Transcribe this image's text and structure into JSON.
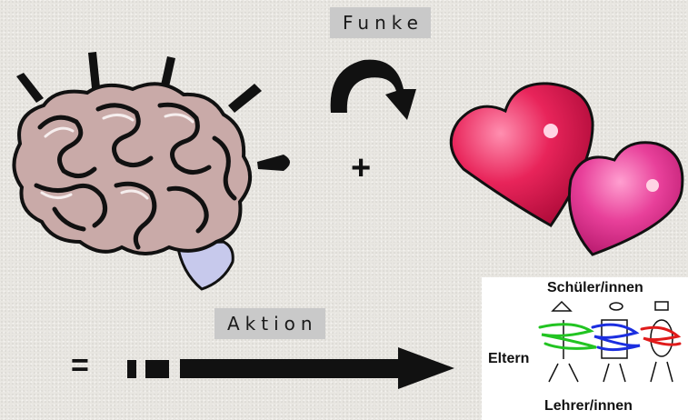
{
  "labels": {
    "funke": "Funke",
    "aktion": "Aktion",
    "plus": "+",
    "equals": "="
  },
  "school_diagram": {
    "top_label": "Schüler/innen",
    "left_label": "Eltern",
    "bottom_label": "Lehrer/innen"
  },
  "icons": [
    "brain-icon",
    "curved-arrow-icon",
    "hearts-icon",
    "dashed-arrow-icon",
    "stick-figures-icon"
  ],
  "colors": {
    "brain_fill": "#c9aaa8",
    "heart_red": "#e8245a",
    "heart_pink": "#e8409a",
    "label_bg": "#c9c9c9",
    "scribble_green": "#22c422",
    "scribble_blue": "#1b2ee0",
    "scribble_red": "#e01b1b"
  }
}
